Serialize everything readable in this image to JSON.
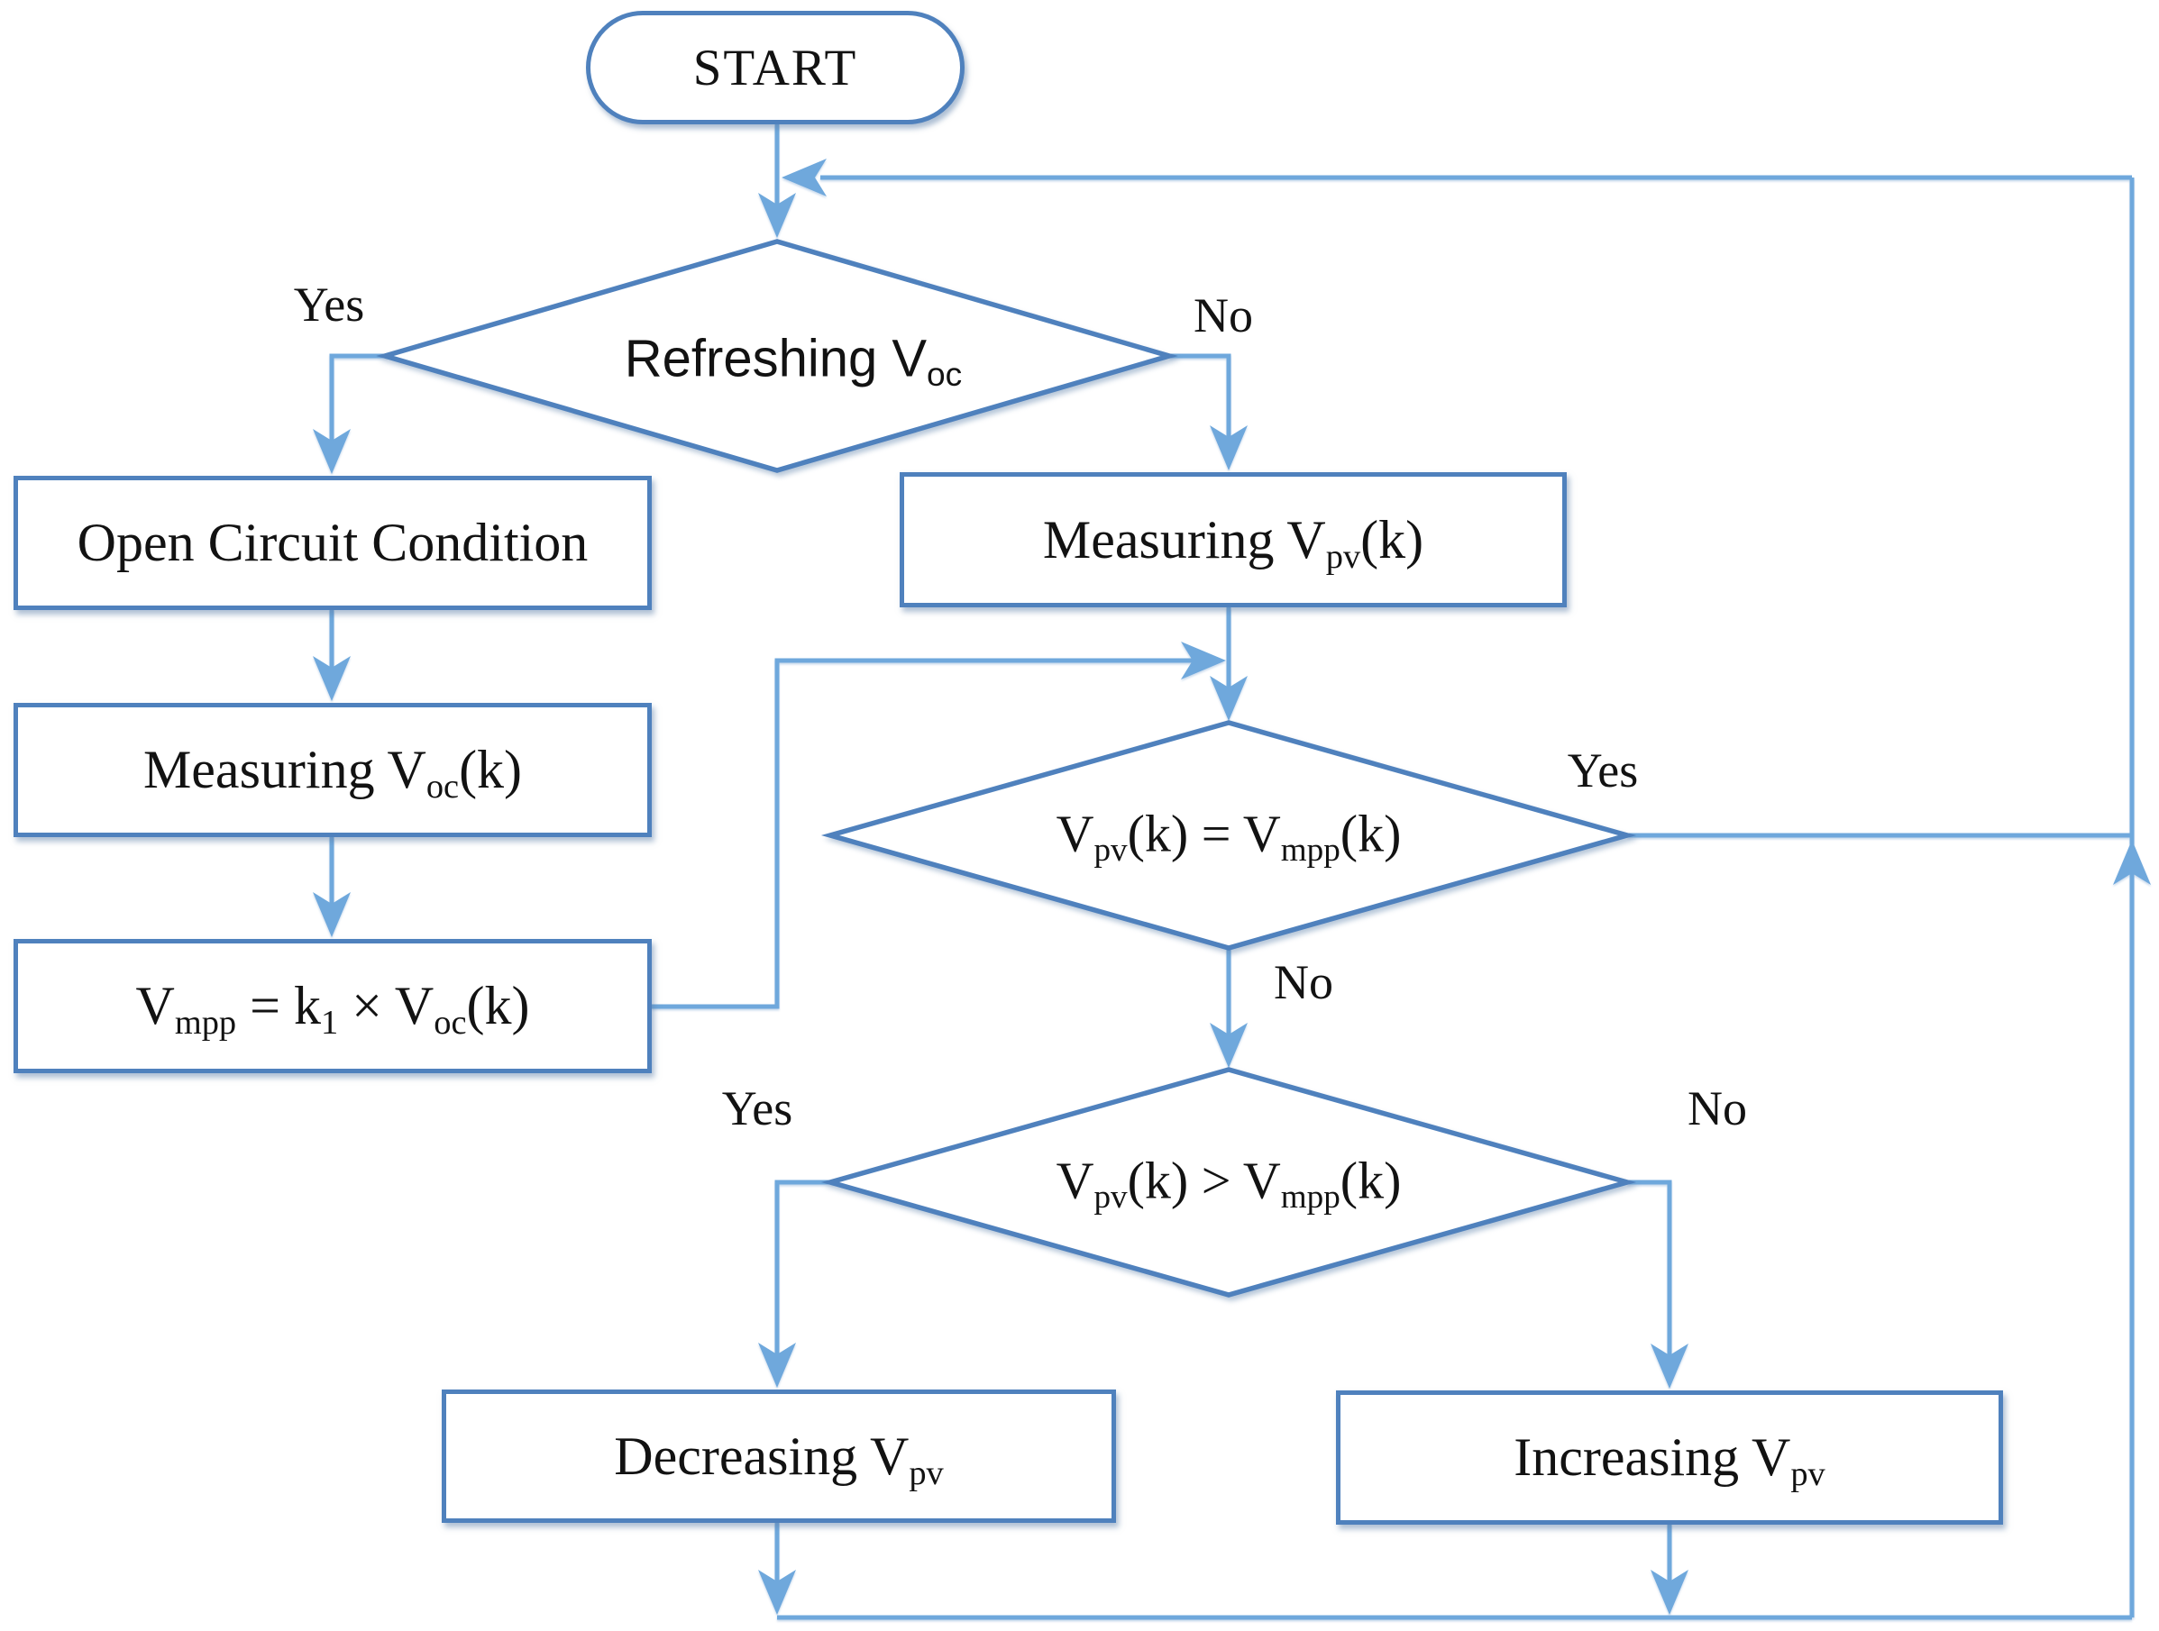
{
  "colors": {
    "connector": "#6FA8DC",
    "node_border": "#4F81BD",
    "text": "#121212",
    "background": "#ffffff"
  },
  "nodes": {
    "start": {
      "type": "terminator",
      "label": "START"
    },
    "refreshing_voc": {
      "type": "decision",
      "segments": [
        {
          "t": "Refreshing V"
        },
        {
          "s": "oc"
        }
      ],
      "yes_label": "Yes",
      "no_label": "No"
    },
    "open_circuit": {
      "type": "process",
      "segments": [
        {
          "t": "Open Circuit Condition"
        }
      ]
    },
    "measuring_voc": {
      "type": "process",
      "segments": [
        {
          "t": "Measuring V"
        },
        {
          "s": "oc"
        },
        {
          "t": "(k)"
        }
      ]
    },
    "vmpp_calc": {
      "type": "process",
      "segments": [
        {
          "t": "V"
        },
        {
          "s": "mpp"
        },
        {
          "t": " = k"
        },
        {
          "s": "1"
        },
        {
          "t": " × V"
        },
        {
          "s": "oc"
        },
        {
          "t": "(k)"
        }
      ]
    },
    "measuring_vpv": {
      "type": "process",
      "segments": [
        {
          "t": "Measuring V"
        },
        {
          "s": "pv"
        },
        {
          "t": "(k)"
        }
      ]
    },
    "vpv_equals_vmpp": {
      "type": "decision",
      "segments": [
        {
          "t": "V"
        },
        {
          "s": "pv"
        },
        {
          "t": "(k) = V"
        },
        {
          "s": "mpp"
        },
        {
          "t": "(k)"
        }
      ],
      "yes_label": "Yes",
      "no_label": "No"
    },
    "vpv_greater_vmpp": {
      "type": "decision",
      "segments": [
        {
          "t": "V"
        },
        {
          "s": "pv"
        },
        {
          "t": "(k) > V"
        },
        {
          "s": "mpp"
        },
        {
          "t": "(k)"
        }
      ],
      "yes_label": "Yes",
      "no_label": "No"
    },
    "decreasing_vpv": {
      "type": "process",
      "segments": [
        {
          "t": "Decreasing V"
        },
        {
          "s": "pv"
        }
      ]
    },
    "increasing_vpv": {
      "type": "process",
      "segments": [
        {
          "t": "Increasing V"
        },
        {
          "s": "pv"
        }
      ]
    }
  }
}
